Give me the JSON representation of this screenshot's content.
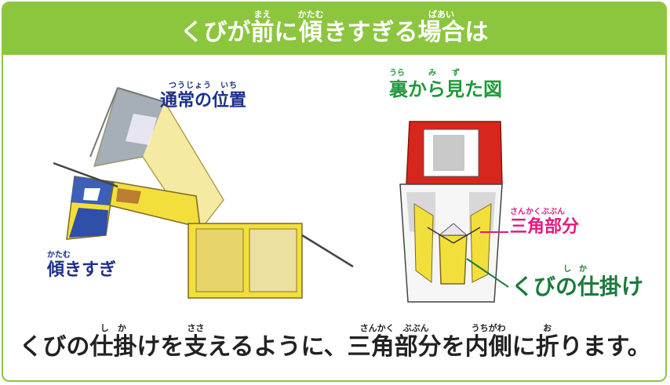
{
  "title": {
    "segments": [
      {
        "base": "くびが",
        "ruby": ""
      },
      {
        "base": "前",
        "ruby": "まえ"
      },
      {
        "base": "に",
        "ruby": ""
      },
      {
        "base": "傾",
        "ruby": "かたむ"
      },
      {
        "base": "きすぎる",
        "ruby": ""
      },
      {
        "base": "場合",
        "ruby": "ばあい"
      },
      {
        "base": "は",
        "ruby": ""
      }
    ]
  },
  "labels": {
    "normal_position": {
      "text": "通常の位置",
      "ruby": "つうじょう　いち"
    },
    "tilted_too_much": {
      "text": "傾きすぎ",
      "ruby": "かたむ"
    },
    "back_view": {
      "text": "裏から見た図",
      "ruby": "うら　　　み　　ず"
    },
    "triangle_part": {
      "text": "三角部分",
      "ruby": "さんかくぶぶん"
    },
    "neck_mechanism": {
      "text": "くびの仕掛け",
      "ruby": "し　か"
    }
  },
  "instruction": {
    "segments": [
      {
        "base": "くびの",
        "ruby": ""
      },
      {
        "base": "仕掛",
        "ruby": "し　か"
      },
      {
        "base": "けを",
        "ruby": ""
      },
      {
        "base": "支",
        "ruby": "ささ"
      },
      {
        "base": "えるように、",
        "ruby": ""
      },
      {
        "base": "三角部分",
        "ruby": "さんかく　ぶぶん"
      },
      {
        "base": "を",
        "ruby": ""
      },
      {
        "base": "内側",
        "ruby": "うちがわ"
      },
      {
        "base": "に",
        "ruby": ""
      },
      {
        "base": "折",
        "ruby": "お"
      },
      {
        "base": "ります。",
        "ruby": ""
      }
    ]
  },
  "colors": {
    "header": "#8cc63f",
    "blue_label": "#1d2f8a",
    "green_label": "#1e9a3a",
    "pink_label": "#e4197c",
    "dark_green_label": "#1a7a3a",
    "package_yellow": "#f3df3c",
    "package_red": "#d8261c"
  }
}
